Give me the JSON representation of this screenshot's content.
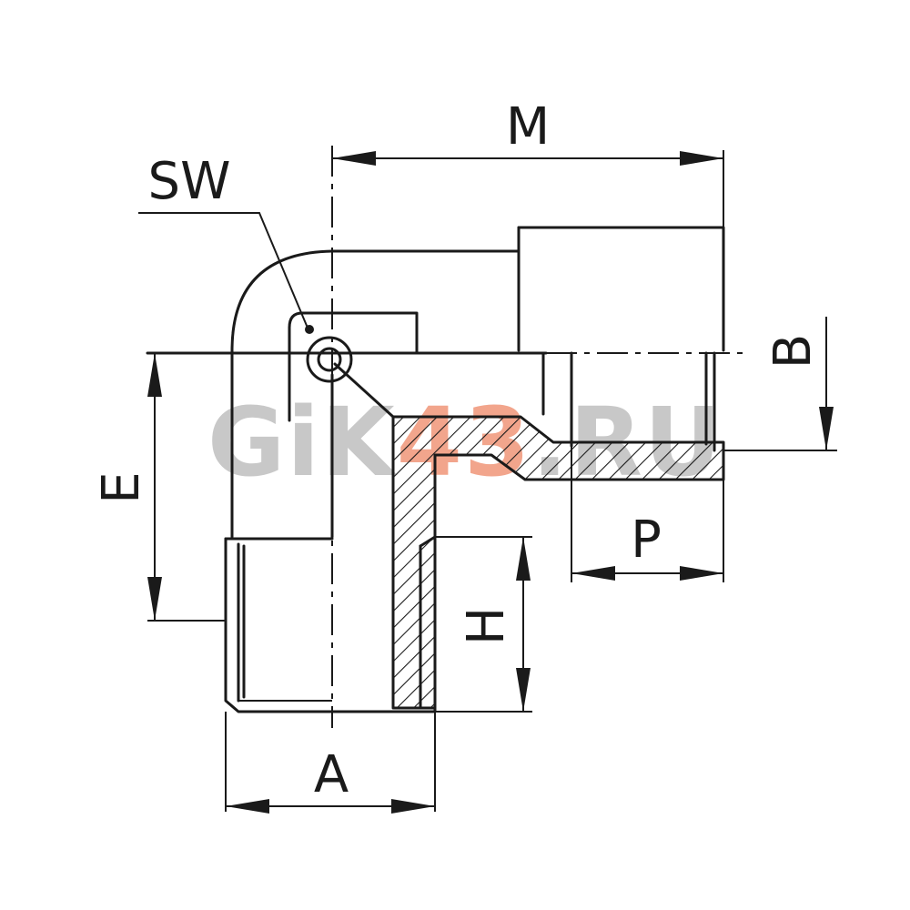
{
  "drawing": {
    "labels": {
      "M": "M",
      "SW": "SW",
      "B": "B",
      "E": "E",
      "P": "P",
      "H": "H",
      "A": "A"
    },
    "watermark": {
      "part1": "GiK",
      "part2": "43",
      "part3": ".RU",
      "color_gray": "#c8c8c8",
      "color_accent": "#f2a58c"
    },
    "colors": {
      "line": "#1a1a1a",
      "background": "#ffffff"
    }
  }
}
